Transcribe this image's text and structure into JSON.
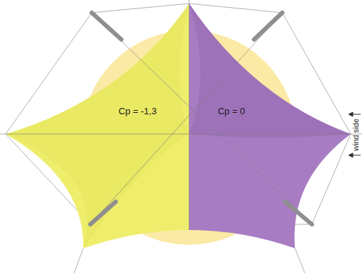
{
  "diagram": {
    "nodes": [
      {
        "text": [
          "Cp = -1,3"
        ]
      },
      {
        "text": [
          "Cp = 0"
        ]
      }
    ],
    "labels": [
      "wind side"
    ]
  }
}
